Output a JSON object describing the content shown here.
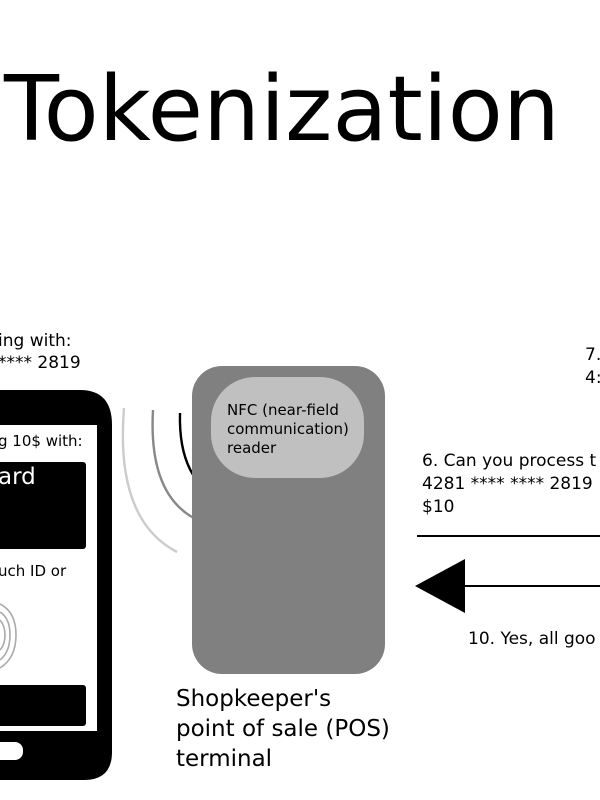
{
  "title": "Tokenization",
  "phone": {
    "header_line1": "ing with:",
    "header_line2": "**** 2819",
    "screen_prompt": "g 10$ with:",
    "card_label": "ard",
    "auth_prompt": "uch ID or"
  },
  "pos": {
    "nfc_label": "NFC (near-field communication) reader",
    "nfc_line1": "NFC (near-field",
    "nfc_line2": "communication)",
    "nfc_line3": "reader",
    "caption_line1": "Shopkeeper's",
    "caption_line2": "point of sale (POS)",
    "caption_line3": "terminal"
  },
  "messages": {
    "step6_line1": "6. Can you process t",
    "step6_line2": "4281 **** **** 2819",
    "step6_line3": "$10",
    "step7_line1": "7.",
    "step7_line2": "4:",
    "step10": "10. Yes, all goo"
  },
  "colors": {
    "terminal": "#808080",
    "nfc_reader": "#c0c0c0",
    "phone_body": "#000000",
    "background": "#ffffff"
  }
}
